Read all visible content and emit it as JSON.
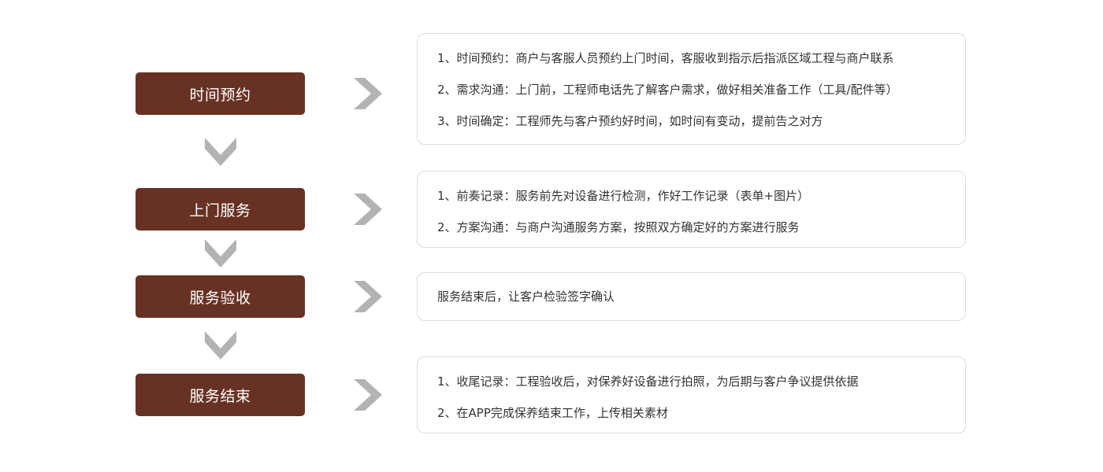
{
  "colors": {
    "step_bg": "#673224",
    "arrow": "#b3b3b3",
    "box_border": "#dcdcdc",
    "text": "#333333"
  },
  "icons": {
    "down": "chevron-down-icon",
    "right": "chevron-right-icon"
  },
  "steps": [
    {
      "label": "时间预约",
      "details": [
        "1、时间预约：商户与客服人员预约上门时间，客服收到指示后指派区域工程与商户联系",
        "2、需求沟通：上门前，工程师电话先了解客户需求，做好相关准备工作（工具/配件等）",
        "3、时间确定：工程师先与客户预约好时间，如时间有变动，提前告之对方"
      ]
    },
    {
      "label": "上门服务",
      "details": [
        "1、前奏记录：服务前先对设备进行检测，作好工作记录（表单+图片）",
        "2、方案沟通：与商户沟通服务方案，按照双方确定好的方案进行服务"
      ]
    },
    {
      "label": "服务验收",
      "details": [
        "服务结束后，让客户检验签字确认"
      ]
    },
    {
      "label": "服务结束",
      "details": [
        "1、收尾记录：工程验收后，对保养好设备进行拍照，为后期与客户争议提供依据",
        "2、在APP完成保养结束工作，上传相关素材"
      ]
    }
  ]
}
